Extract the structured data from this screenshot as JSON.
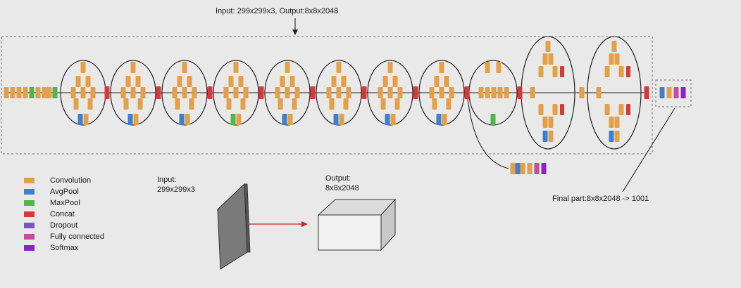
{
  "header": {
    "caption": "Input: 299x299x3, Output:8x8x2048"
  },
  "legend": [
    {
      "key": "conv",
      "label": "Convolution",
      "color": "#e3a048"
    },
    {
      "key": "avgpool",
      "label": "AvgPool",
      "color": "#3f7fd0"
    },
    {
      "key": "maxpool",
      "label": "MaxPool",
      "color": "#52b648"
    },
    {
      "key": "concat",
      "label": "Concat",
      "color": "#d63a37"
    },
    {
      "key": "dropout",
      "label": "Dropout",
      "color": "#7a55c2"
    },
    {
      "key": "fc",
      "label": "Fully connected",
      "color": "#c94aa0"
    },
    {
      "key": "softmax",
      "label": "Softmax",
      "color": "#8a22c7"
    }
  ],
  "bottom": {
    "input_label_1": "Input:",
    "input_label_2": "299x299x3",
    "output_label_1": "Output:",
    "output_label_2": "8x8x2048",
    "final_label": "Final part:8x8x2048 -> 1001"
  },
  "colors": {
    "border": "#6f6f6f",
    "wire": "#222222",
    "arrow": "#cc2222"
  }
}
